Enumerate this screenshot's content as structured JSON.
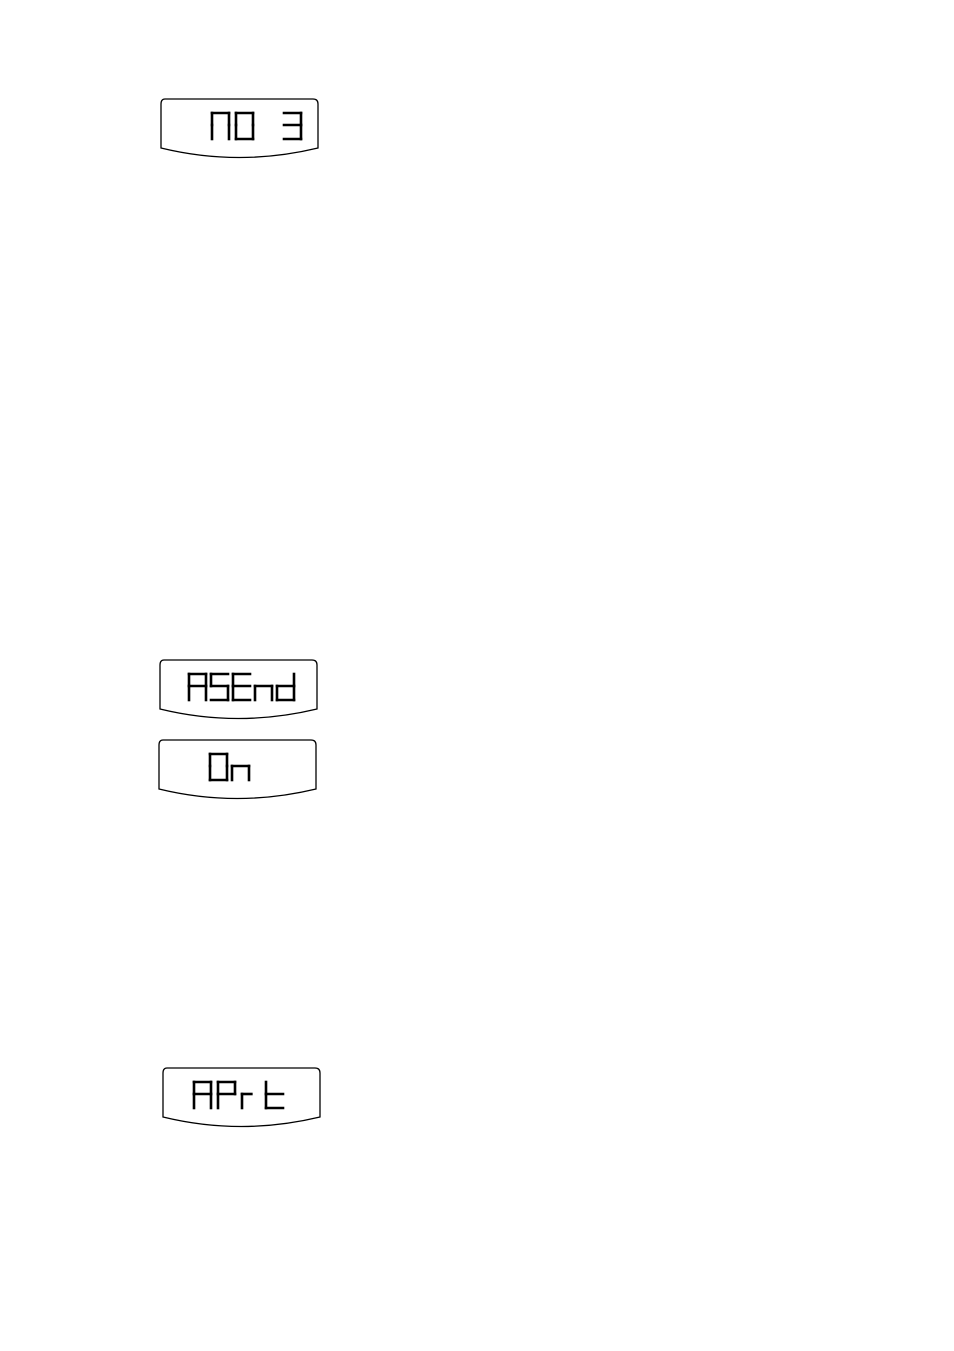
{
  "displays": [
    {
      "text": "NO 3",
      "glyphs": [
        "N",
        "O",
        " ",
        "3"
      ]
    },
    {
      "text": "ASEnd",
      "glyphs": [
        "A",
        "S",
        "E",
        "n",
        "d"
      ]
    },
    {
      "text": "On",
      "glyphs": [
        "O",
        "n"
      ]
    },
    {
      "text": "APrt",
      "glyphs": [
        "A",
        "P",
        "r",
        "t"
      ]
    }
  ],
  "colors": {
    "ink": "#000000",
    "panel": "#ffffff"
  }
}
